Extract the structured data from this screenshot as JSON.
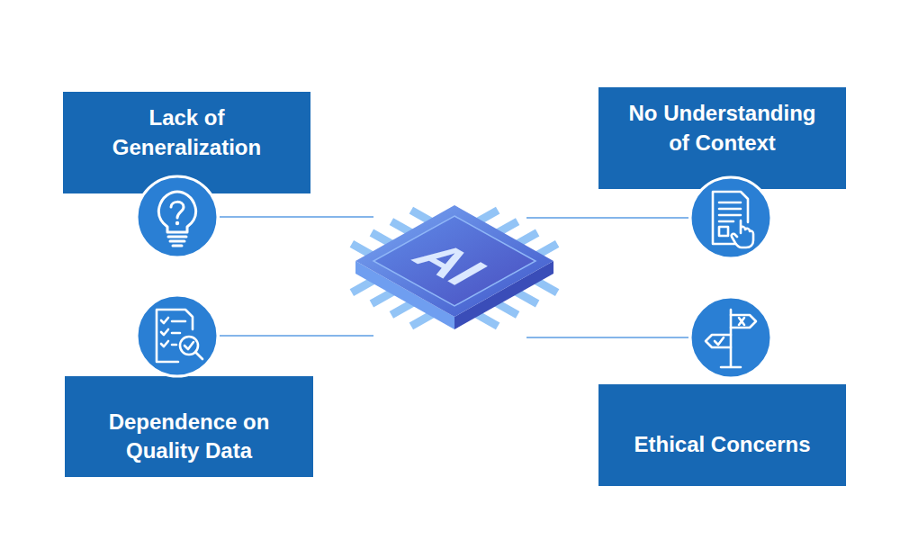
{
  "diagram": {
    "nodes": [
      {
        "text": [
          "Lack of Generalization"
        ]
      },
      {
        "text": [
          "No Understanding of Context"
        ]
      },
      {
        "text": [
          "AI"
        ]
      },
      {
        "text": [
          "Dependence on Quality Data"
        ]
      },
      {
        "text": [
          "Ethical Concerns"
        ]
      }
    ],
    "edges": [
      {
        "from": 2,
        "to": 0,
        "arrow": "none"
      },
      {
        "from": 2,
        "to": 1,
        "arrow": "none"
      },
      {
        "from": 2,
        "to": 3,
        "arrow": "none"
      },
      {
        "from": 2,
        "to": 4,
        "arrow": "none"
      }
    ]
  }
}
